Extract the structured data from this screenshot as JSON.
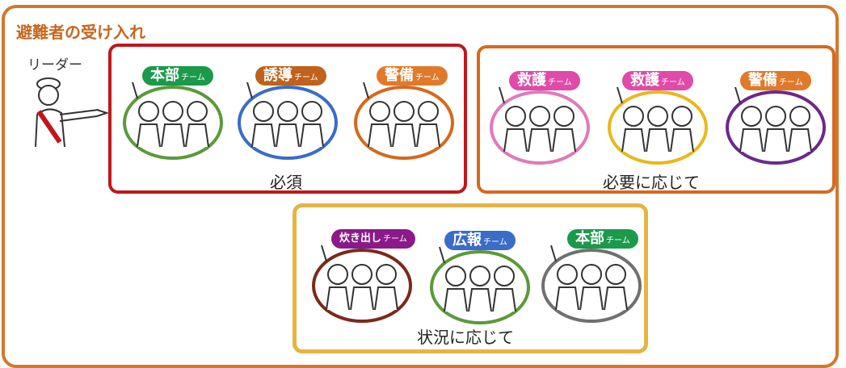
{
  "title": "避難者の受け入れ",
  "leader_label": "リーダー",
  "groups": {
    "required": {
      "caption": "必須",
      "teams": [
        {
          "name": "本部",
          "suffix": "チーム",
          "color": "#1a9a4a",
          "ring": "#5a9a3a"
        },
        {
          "name": "誘導",
          "suffix": "チーム",
          "color": "#c0621c",
          "ring": "#3a6cc8"
        },
        {
          "name": "警備",
          "suffix": "チーム",
          "color": "#e07a2a",
          "ring": "#d6691c"
        }
      ]
    },
    "as_needed": {
      "caption": "必要に応じて",
      "teams": [
        {
          "name": "救護",
          "suffix": "チーム",
          "color": "#e04aa8",
          "ring": "#e07ab8"
        },
        {
          "name": "救護",
          "suffix": "チーム",
          "color": "#e04aa8",
          "ring": "#e8b81c"
        },
        {
          "name": "警備",
          "suffix": "チーム",
          "color": "#e07a2a",
          "ring": "#6a2a8a"
        }
      ]
    },
    "situation": {
      "caption": "状況に応じて",
      "teams": [
        {
          "name": "炊き出し",
          "suffix": "チーム",
          "color": "#8a1a8a",
          "ring": "#7a2a1a"
        },
        {
          "name": "広報",
          "suffix": "チーム",
          "color": "#3a6cc8",
          "ring": "#5a9a3a"
        },
        {
          "name": "本部",
          "suffix": "チーム",
          "color": "#1a9a4a",
          "ring": "#707070"
        }
      ]
    }
  }
}
